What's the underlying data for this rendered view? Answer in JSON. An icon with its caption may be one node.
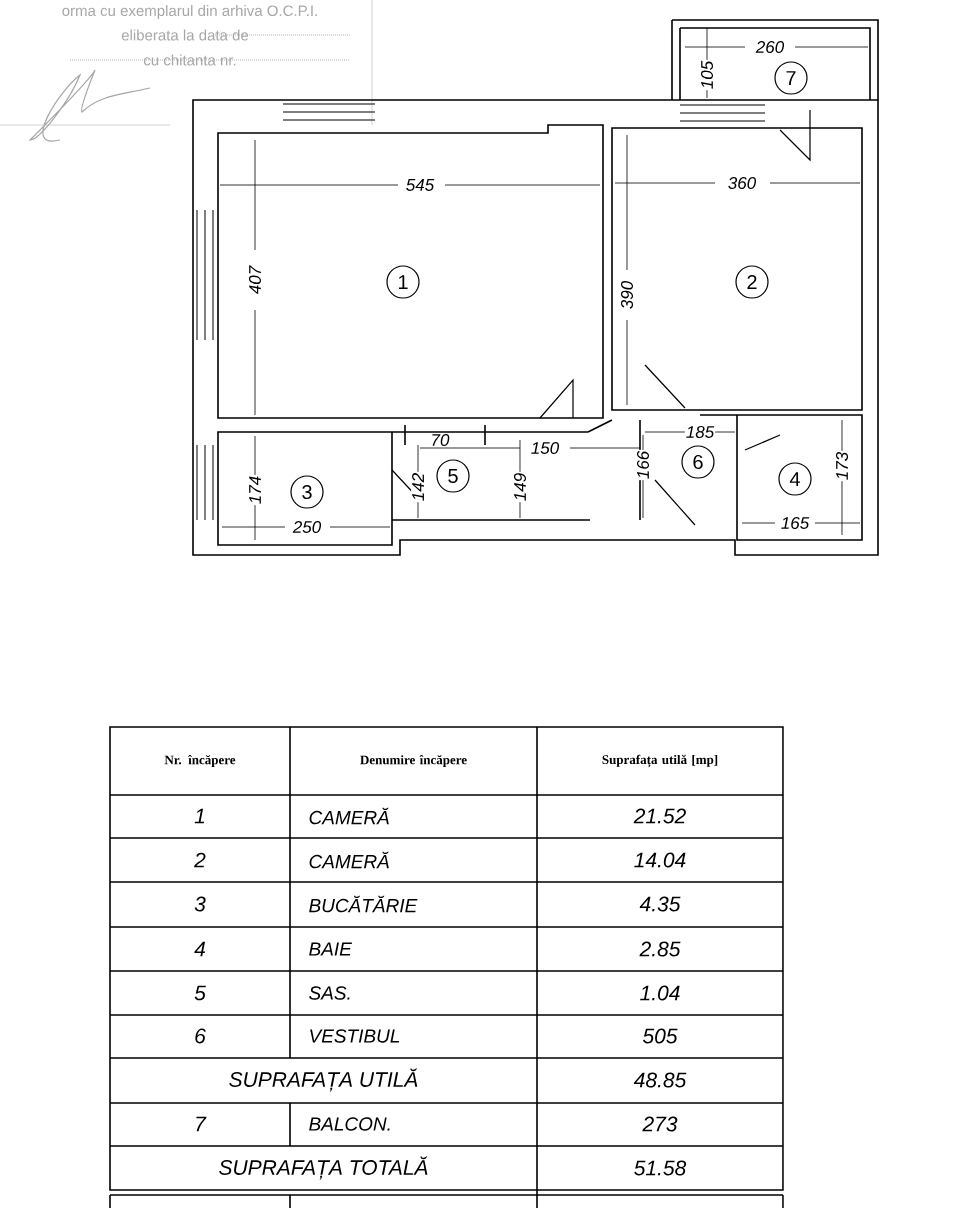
{
  "diagram": {
    "nodes": [
      {
        "text": [
          "7"
        ]
      },
      {
        "text": [
          "1"
        ]
      },
      {
        "text": [
          "2"
        ]
      },
      {
        "text": [
          "6"
        ]
      },
      {
        "text": [
          "5"
        ]
      },
      {
        "text": [
          "4"
        ]
      },
      {
        "text": [
          "3"
        ]
      }
    ],
    "labels": [
      "orma cu exemplarul din arhiva O.C.P.I.",
      "eliberata la data de",
      "cu chitanta nr.",
      "260",
      "105",
      "545",
      "360",
      "407",
      "390",
      "70",
      "150",
      "185",
      "174",
      "142",
      "149",
      "166",
      "173",
      "250",
      "165",
      "Nr. încăpere",
      "Denumire încăpere",
      "Suprafața utilă [mp]",
      "1",
      "CAMERĂ",
      "21.52",
      "2",
      "CAMERĂ",
      "14.04",
      "3",
      "BUCĂTĂRIE",
      "4.35",
      "4",
      "BAIE",
      "2.85",
      "5",
      "SAS.",
      "1.04",
      "6",
      "VESTIBUL",
      "505",
      "SUPRAFAȚA UTILĂ",
      "48.85",
      "7",
      "BALCON.",
      "273",
      "SUPRAFAȚA TOTALĂ",
      "51.58"
    ]
  }
}
